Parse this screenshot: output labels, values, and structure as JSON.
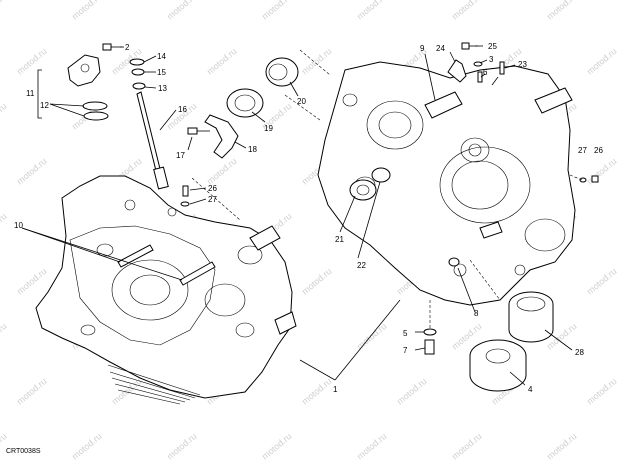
{
  "diagram": {
    "code": "CRT0038S",
    "watermark": "motod.ru",
    "callouts": [
      "1",
      "2",
      "3",
      "4",
      "5",
      "6",
      "7",
      "8",
      "9",
      "10",
      "11",
      "12",
      "13",
      "14",
      "15",
      "16",
      "17",
      "18",
      "19",
      "20",
      "21",
      "22",
      "23",
      "24",
      "25",
      "26",
      "27",
      "28"
    ]
  }
}
